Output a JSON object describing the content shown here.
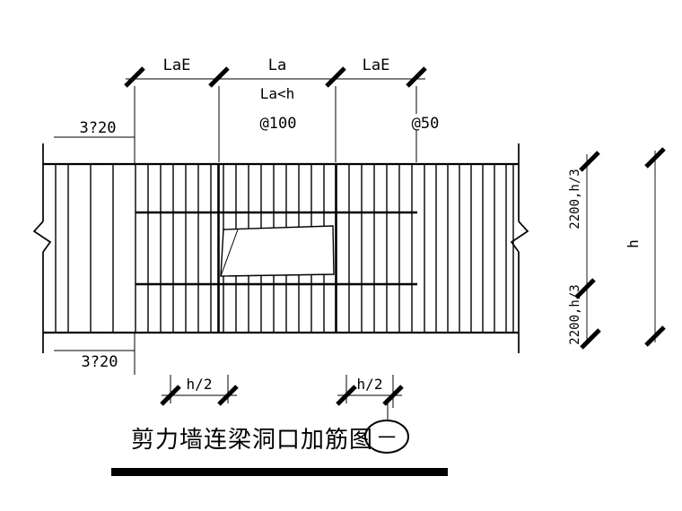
{
  "title": {
    "text": "剪力墙连梁洞口加筋图",
    "number": "一"
  },
  "dimensions": {
    "top_left_segment": "LaE",
    "top_center_segment": "La",
    "top_center_note": "La<h",
    "top_right_segment": "LaE",
    "top_rebar": "3?20",
    "bottom_rebar": "3?20",
    "stirrup_spacing_center": "@100",
    "stirrup_spacing_right": "@50",
    "bottom_left": "h/2",
    "bottom_right": "h/2",
    "right_upper_segment": "2200,h/3",
    "right_lower_segment": "2200,h/3",
    "right_total": "h"
  },
  "colors": {
    "line": "#000000",
    "background": "#ffffff"
  }
}
